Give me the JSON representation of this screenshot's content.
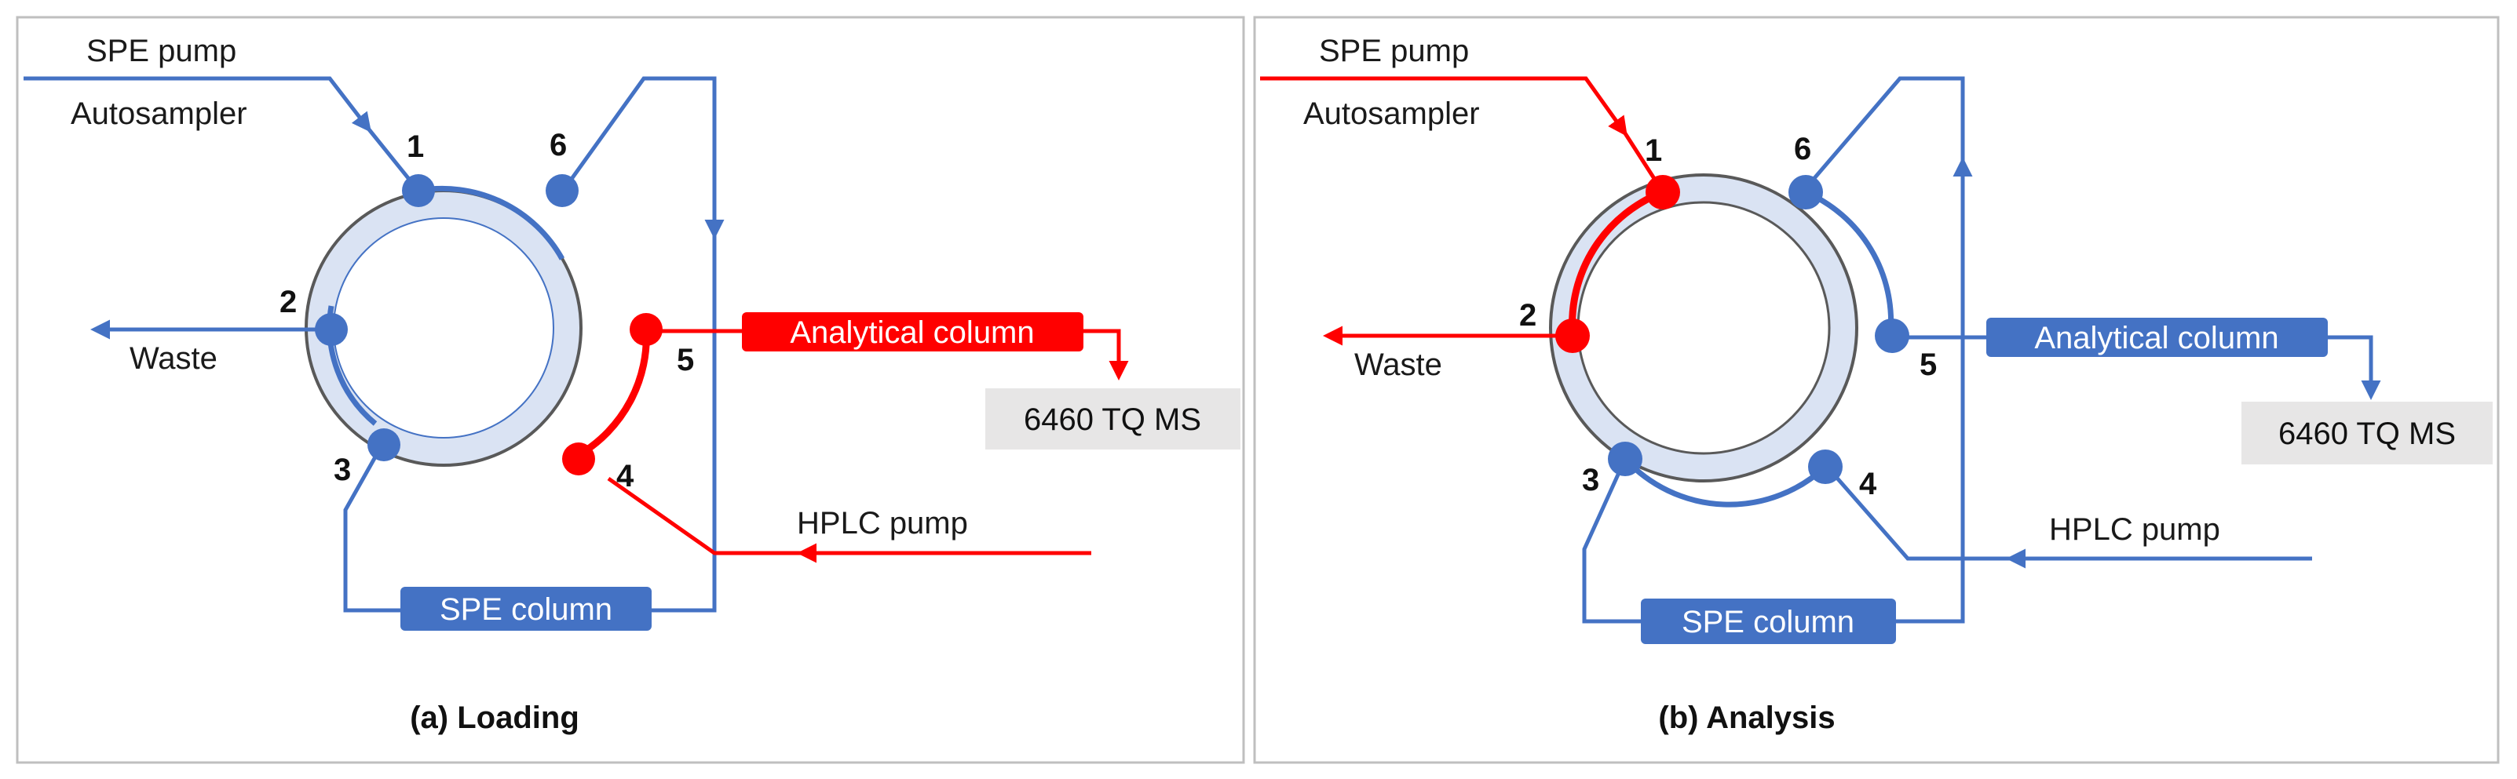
{
  "colors": {
    "flow_blue": "#4472C4",
    "flow_red": "#FF0000",
    "ring_fill": "#DAE3F3",
    "panel_border": "#BFBFBF",
    "ms_box": "#E7E6E6"
  },
  "panels": [
    {
      "caption": "(a) Loading",
      "labels": {
        "spe_pump": "SPE pump",
        "autosampler": "Autosampler",
        "waste": "Waste",
        "analytical_column": "Analytical column",
        "ms": "6460 TQ MS",
        "hplc_pump": "HPLC pump",
        "spe_column": "SPE column"
      },
      "ports": [
        "1",
        "2",
        "3",
        "4",
        "5",
        "6"
      ]
    },
    {
      "caption": "(b) Analysis",
      "labels": {
        "spe_pump": "SPE pump",
        "autosampler": "Autosampler",
        "waste": "Waste",
        "analytical_column": "Analytical column",
        "ms": "6460 TQ MS",
        "hplc_pump": "HPLC pump",
        "spe_column": "SPE column"
      },
      "ports": [
        "1",
        "2",
        "3",
        "4",
        "5",
        "6"
      ]
    }
  ]
}
